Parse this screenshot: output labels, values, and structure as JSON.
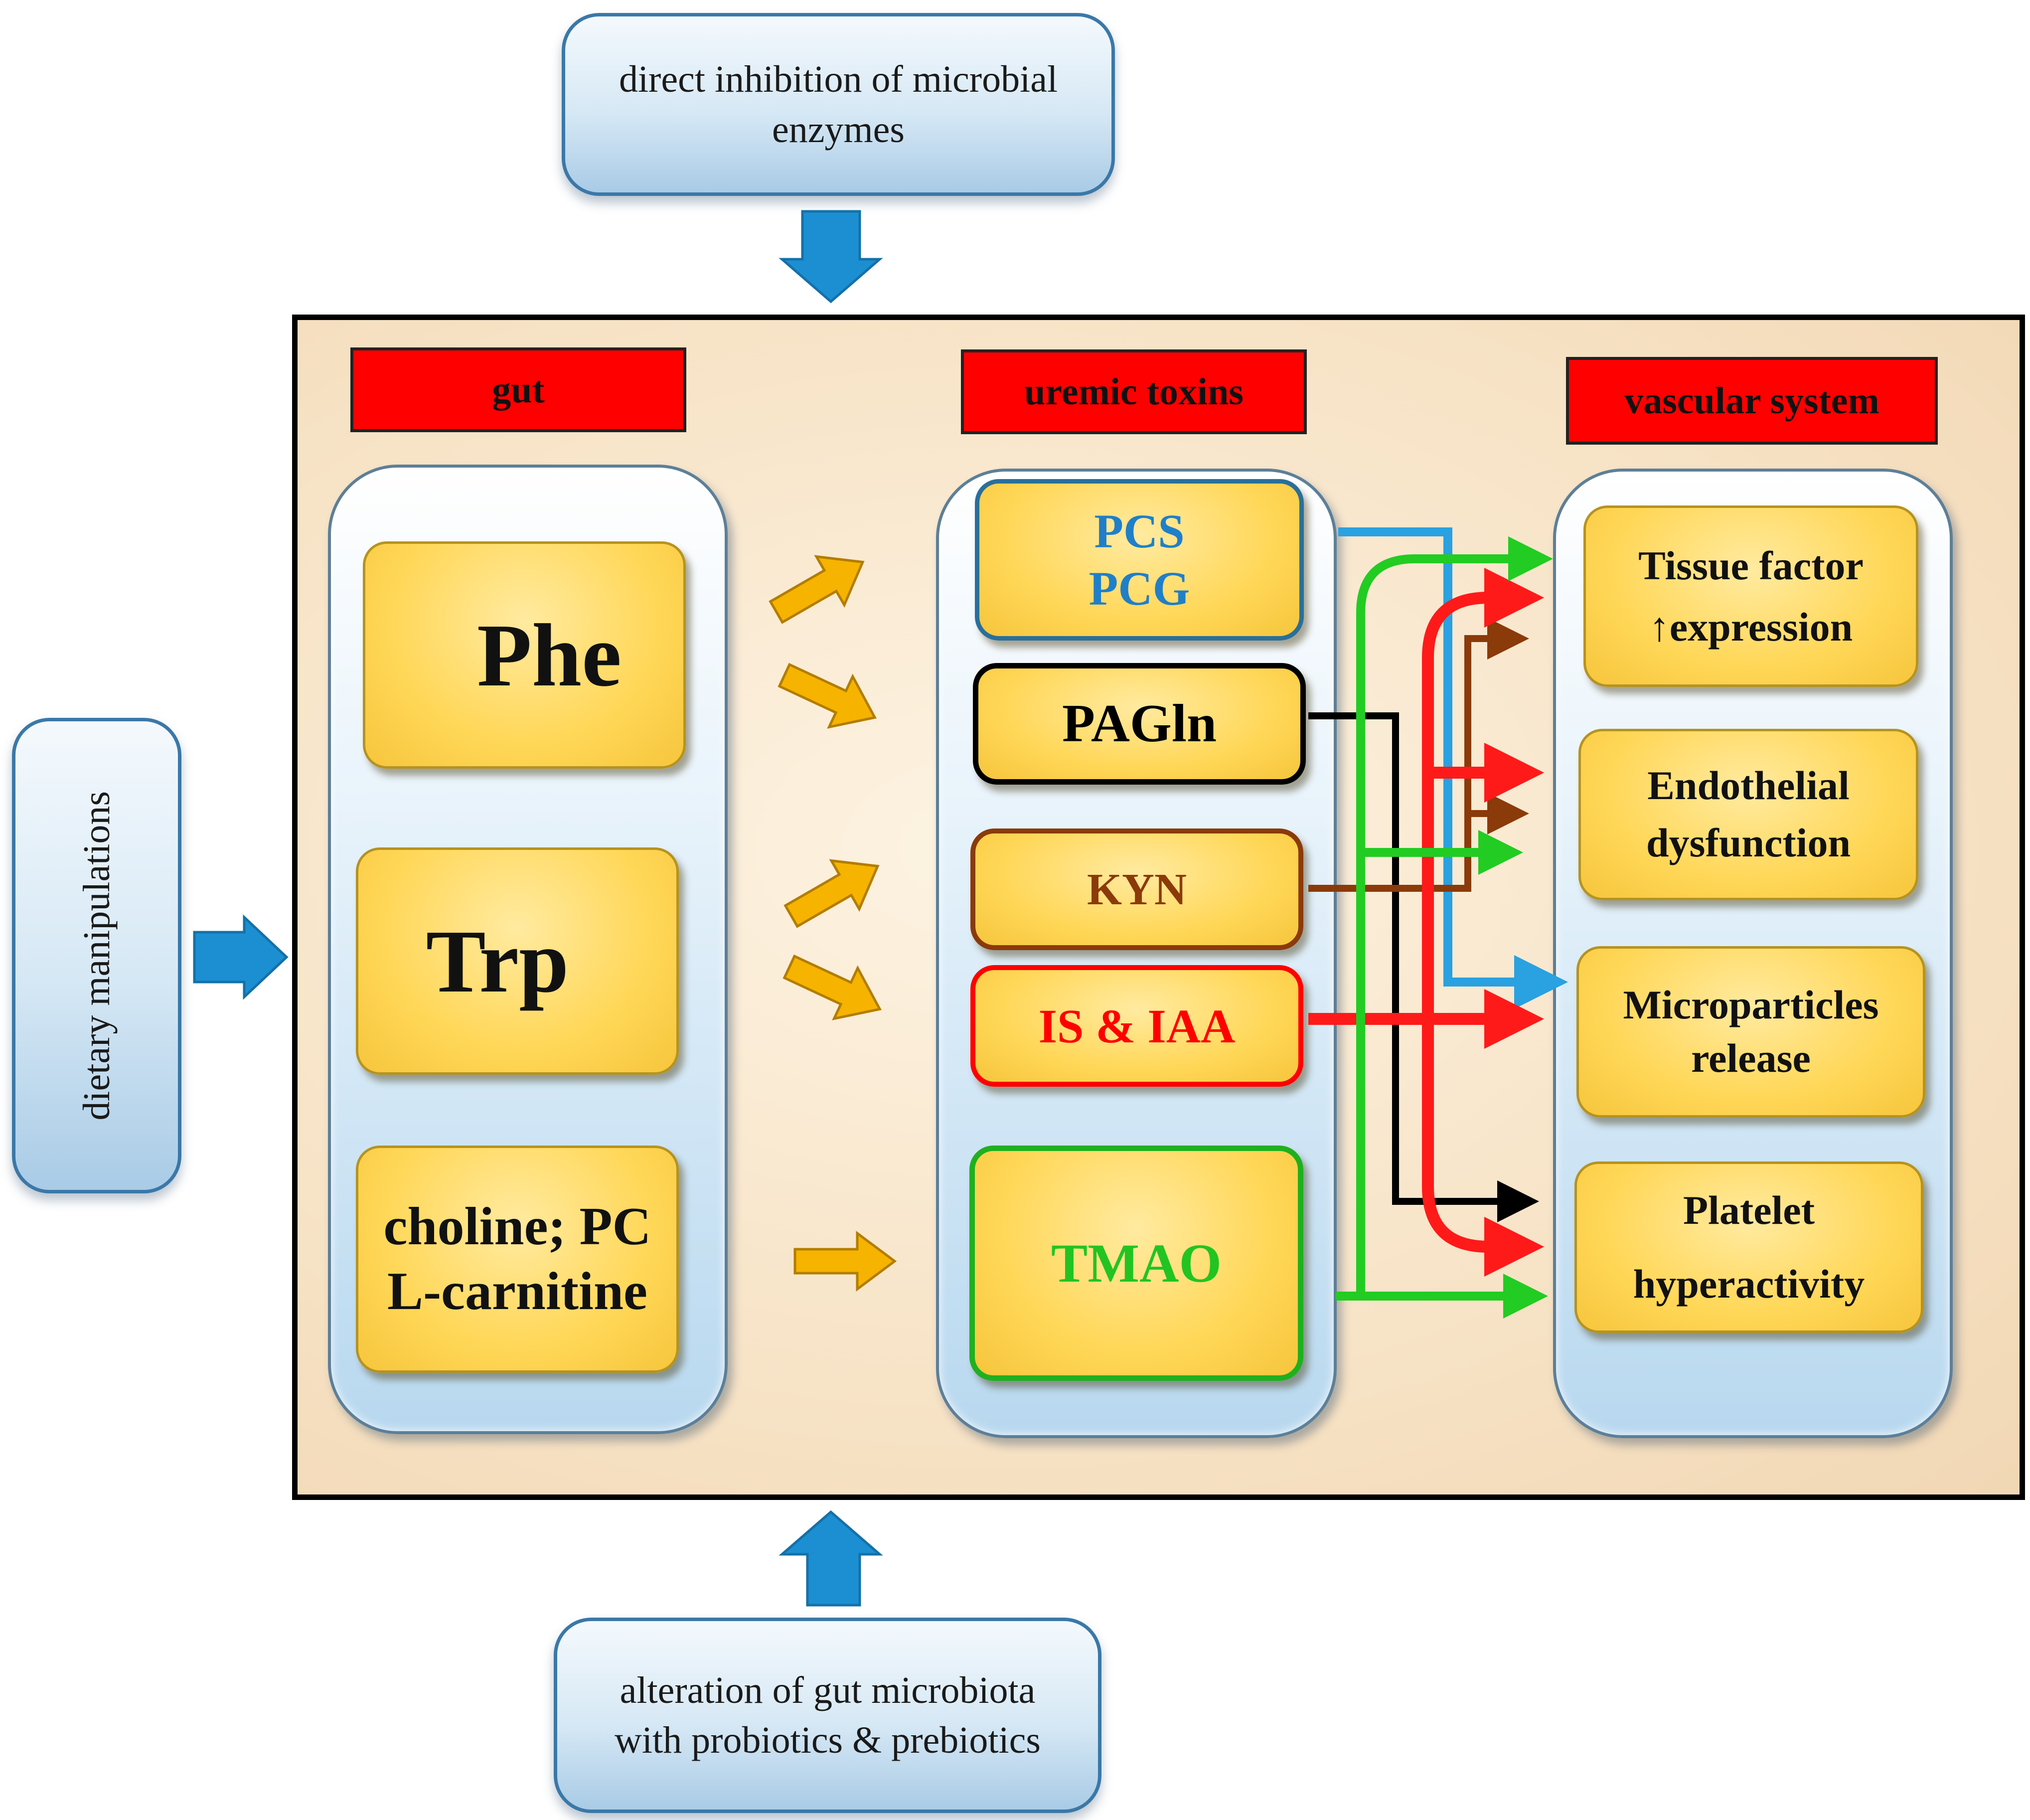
{
  "interventions": {
    "top": [
      "direct inhibition of microbial",
      "enzymes"
    ],
    "left": "dietary manipulations",
    "bottom": [
      "alteration of gut microbiota",
      "with probiotics & prebiotics"
    ]
  },
  "columns": {
    "gut": {
      "header": "gut",
      "items": [
        {
          "label": [
            "Phe"
          ]
        },
        {
          "label": [
            "Trp"
          ]
        },
        {
          "label": [
            "choline; PC",
            "L-carnitine"
          ]
        }
      ]
    },
    "toxins": {
      "header": "uremic toxins",
      "items": [
        {
          "label": [
            "PCS",
            "PCG"
          ],
          "color": "#1f7fc8",
          "border": "#2a6f9a"
        },
        {
          "label": [
            "PAGln"
          ],
          "color": "#000000",
          "border": "#000000"
        },
        {
          "label": [
            "KYN"
          ],
          "color": "#8b3a0a",
          "border": "#8b3a0a"
        },
        {
          "label": [
            "IS & IAA"
          ],
          "color": "#ff0000",
          "border": "#ff0000"
        },
        {
          "label": [
            "TMAO"
          ],
          "color": "#22c422",
          "border": "#1fb01f"
        }
      ]
    },
    "vascular": {
      "header": "vascular system",
      "items": [
        {
          "label": [
            "Tissue factor",
            "↑expression"
          ]
        },
        {
          "label": [
            "Endothelial",
            "dysfunction"
          ]
        },
        {
          "label": [
            "Microparticles",
            "release"
          ]
        },
        {
          "label": [
            "Platelet",
            "hyperactivity"
          ]
        }
      ]
    }
  },
  "colors": {
    "intervention_arrow": "#1b8fd2",
    "gut_arrow": "#f6b300",
    "pcs": "#2aa1e0",
    "pagln": "#000000",
    "kyn": "#8b3a0a",
    "is_iaa": "#ff1a1a",
    "tmao": "#22cc22"
  }
}
